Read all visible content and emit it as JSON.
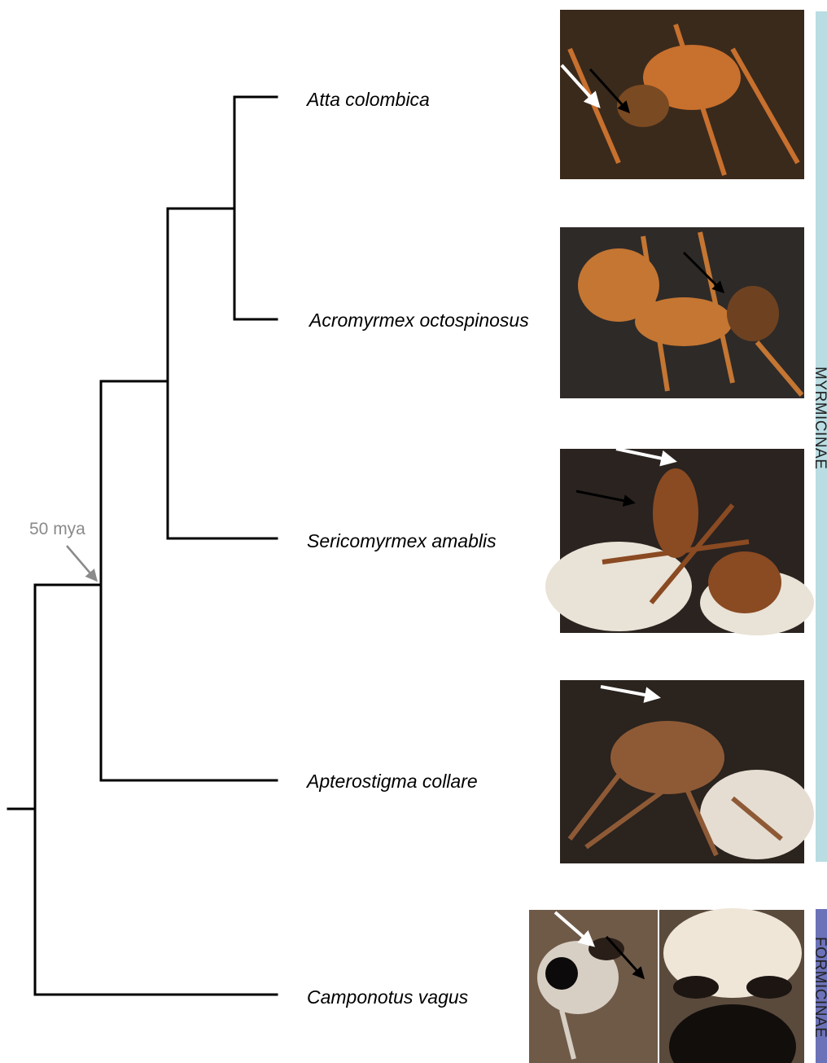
{
  "taxa": [
    {
      "name": "Atta colombica"
    },
    {
      "name": "Acromyrmex octospinosus"
    },
    {
      "name": "Sericomyrmex amablis"
    },
    {
      "name": "Apterostigma collare"
    },
    {
      "name": "Camponotus vagus"
    }
  ],
  "annotation": {
    "label": "50 mya"
  },
  "clades": [
    {
      "name": "MYRMICINAE",
      "color": "#b9dde3"
    },
    {
      "name": "FORMICINAE",
      "color": "#6c72b8"
    }
  ],
  "photos": [
    {
      "name": "atta-colombica-photo",
      "tones": [
        "#3a2a1c",
        "#7a4a22",
        "#c8702e"
      ]
    },
    {
      "name": "acromyrmex-octospinosus-photo",
      "tones": [
        "#2e2a28",
        "#6e4220",
        "#c47632"
      ]
    },
    {
      "name": "sericomyrmex-amablis-photo",
      "tones": [
        "#2a2320",
        "#e9e2d6",
        "#8a4a22"
      ]
    },
    {
      "name": "apterostigma-collare-photo",
      "tones": [
        "#2a231e",
        "#e6ddd2",
        "#8e5a36"
      ]
    },
    {
      "name": "camponotus-vagus-photo-left",
      "tones": [
        "#6f5a48",
        "#2a1e18",
        "#d8cfc4"
      ]
    },
    {
      "name": "camponotus-vagus-photo-right",
      "tones": [
        "#5a4a3c",
        "#1c1512",
        "#efe6d8"
      ]
    }
  ]
}
